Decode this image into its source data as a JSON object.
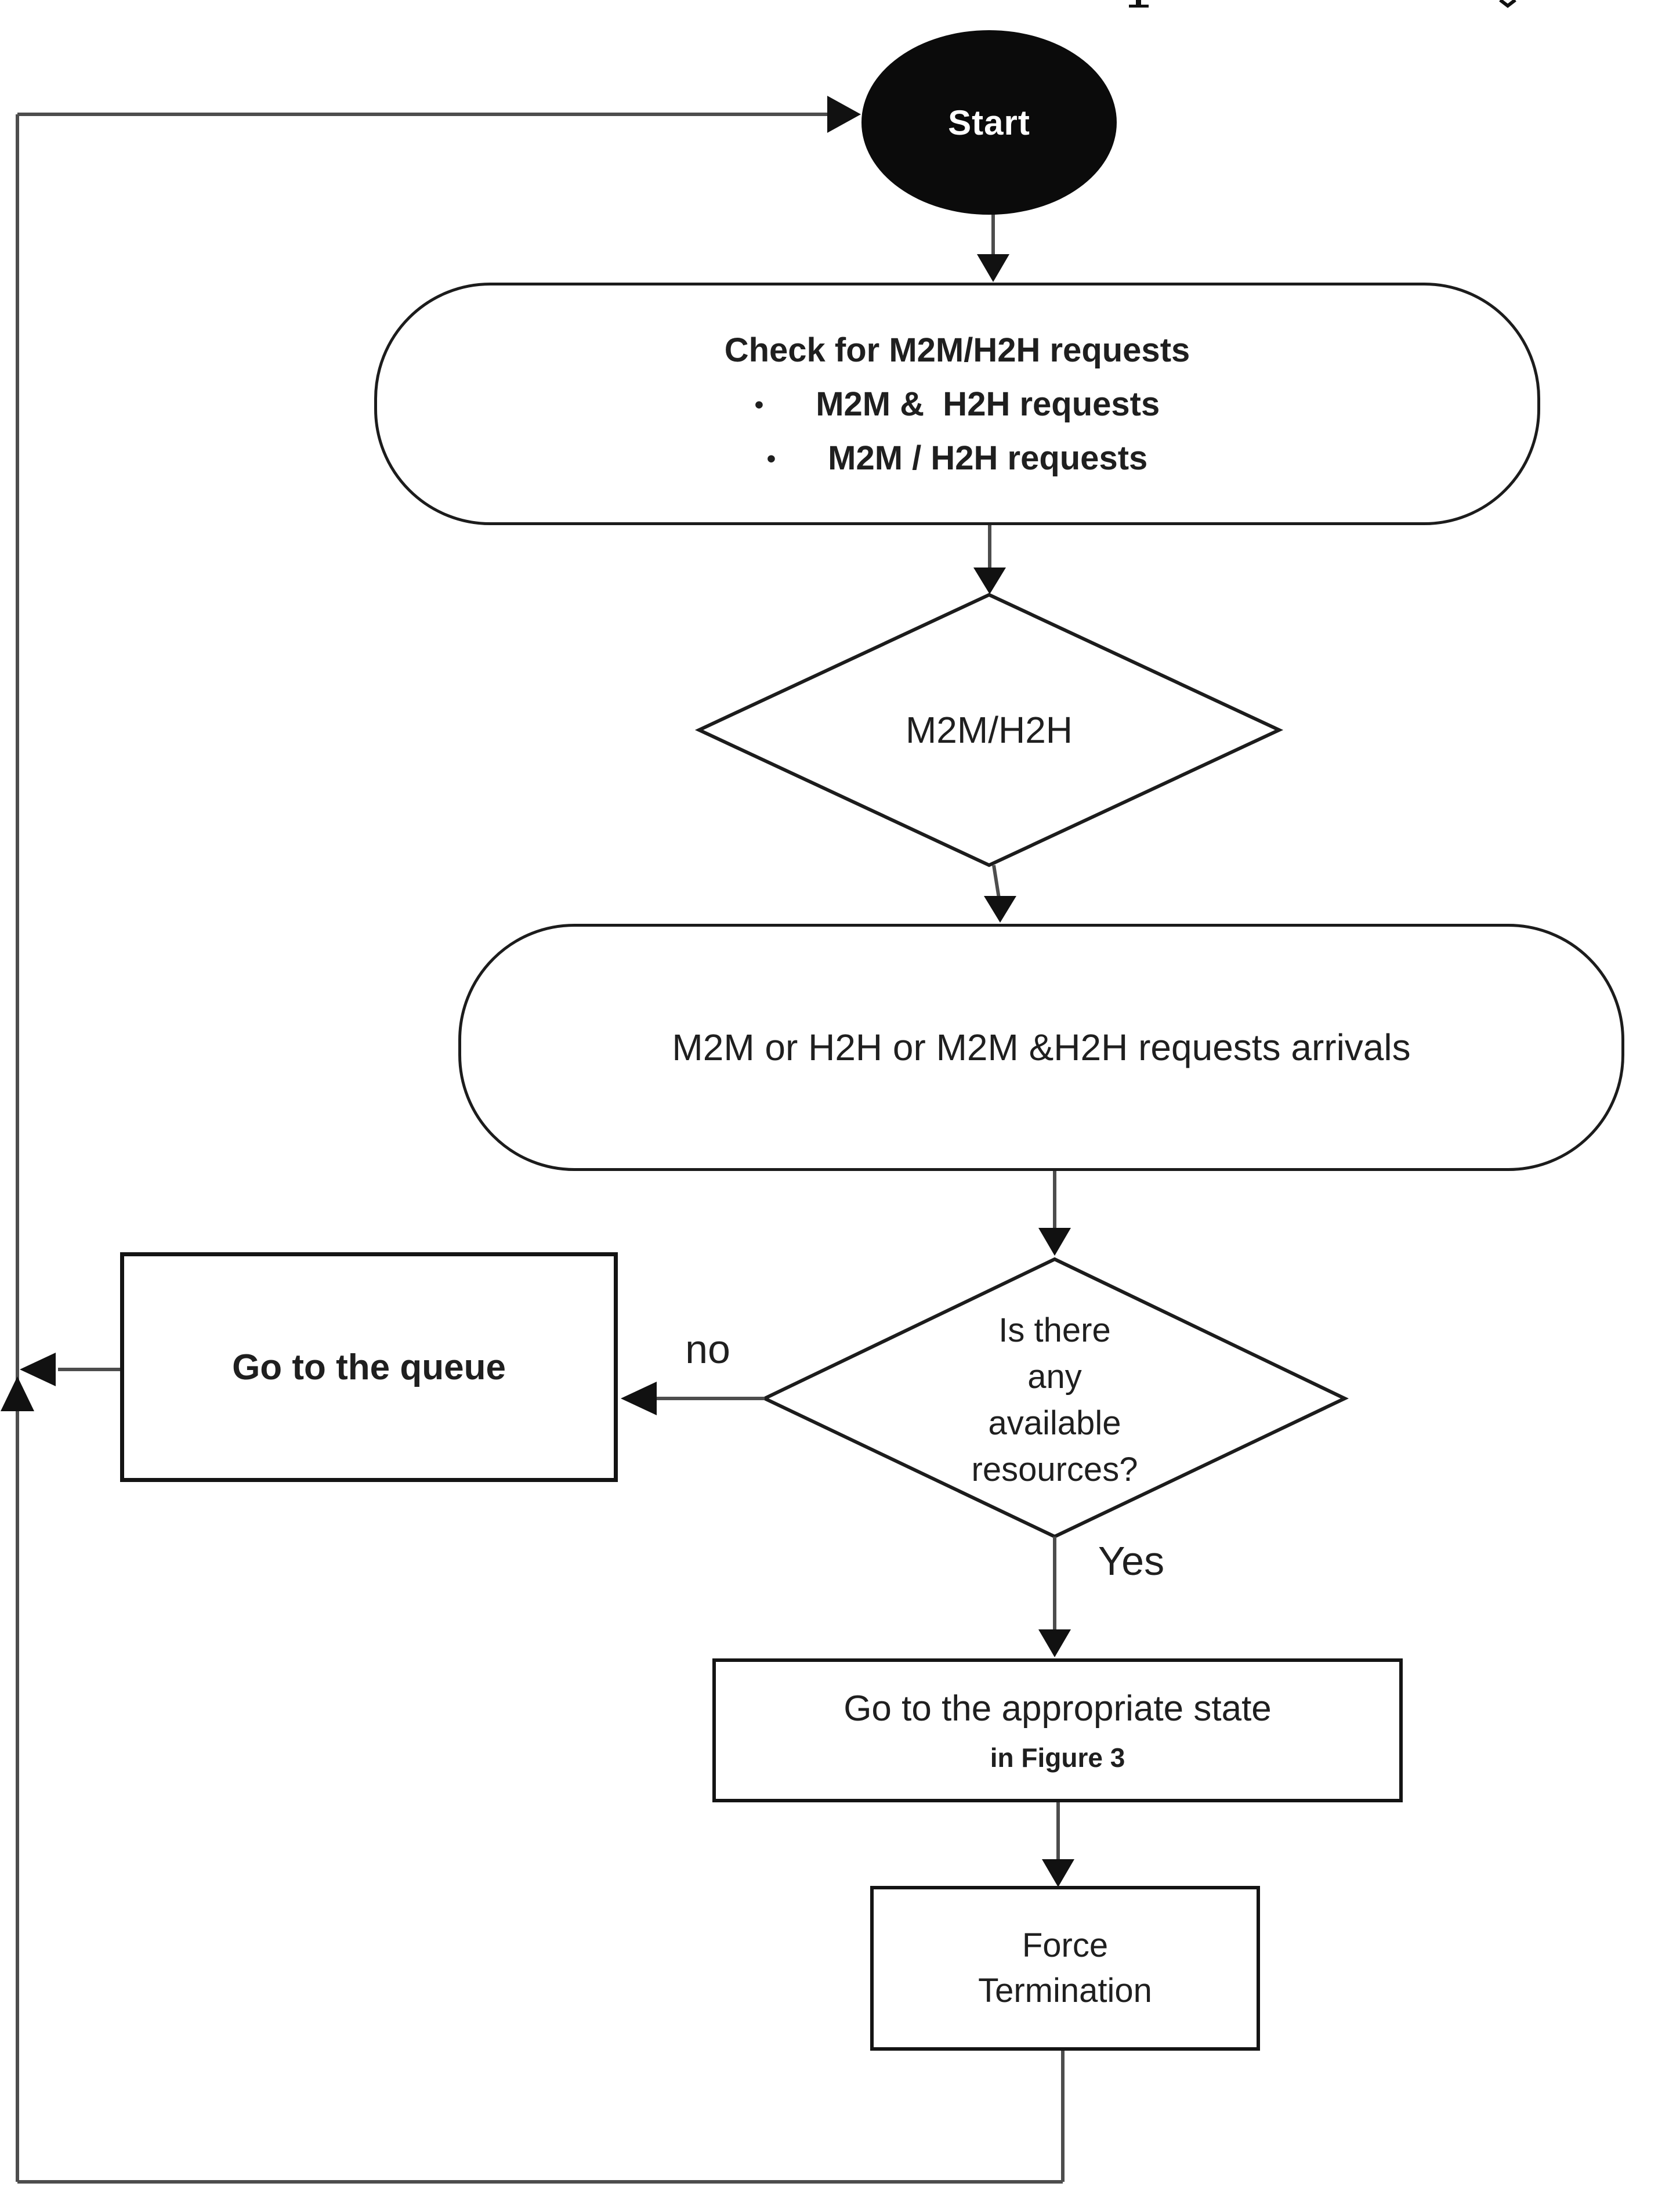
{
  "nodes": {
    "start": {
      "label": "Start"
    },
    "check": {
      "title": "Check for M2M/H2H requests",
      "bullet_char": "•",
      "bullets": [
        "M2M &  H2H requests",
        "M2M / H2H requests"
      ]
    },
    "decision1": {
      "label": "M2M/H2H"
    },
    "arrivals": {
      "label": "M2M or H2H or M2M &H2H requests arrivals"
    },
    "decision2": {
      "lines": [
        "Is there",
        "any",
        "available",
        "resources?"
      ]
    },
    "queue": {
      "label": "Go to the queue"
    },
    "appropriate_state": {
      "line1": "Go to the appropriate state",
      "line2": "in Figure 3"
    },
    "force_termination": {
      "line1": "Force",
      "line2": "Termination"
    }
  },
  "edge_labels": {
    "no": "no",
    "yes": "Yes"
  },
  "colors": {
    "background": "#ffffff",
    "start_fill": "#0b0b0b",
    "start_text": "#ffffff",
    "shape_outline": "#1c1c1c",
    "connector": "#4d4d4d",
    "arrowhead": "#111111",
    "text": "#1f1f1f"
  }
}
